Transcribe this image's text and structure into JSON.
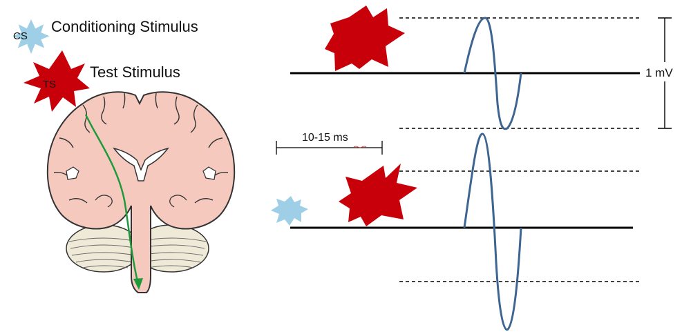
{
  "labels": {
    "conditioning_stimulus": "Conditioning Stimulus",
    "test_stimulus": "Test Stimulus",
    "cs_abbr": "CS",
    "ts_abbr": "TS",
    "amplitude_scale": "1 mV",
    "interval": "10-15 ms"
  },
  "colors": {
    "conditioning_stimulus": "#9ecfe6",
    "test_stimulus": "#c8000a",
    "trace": "#3d6591",
    "tract_arrow": "#1e9a3a",
    "brain_fill": "#f6c9bf",
    "cerebellum_fill": "#efe9d8"
  },
  "icons": [
    "conditioning-stimulus-icon",
    "test-stimulus-icon",
    "brain-coronal-section-icon",
    "corticospinal-tract-arrow-icon"
  ]
}
